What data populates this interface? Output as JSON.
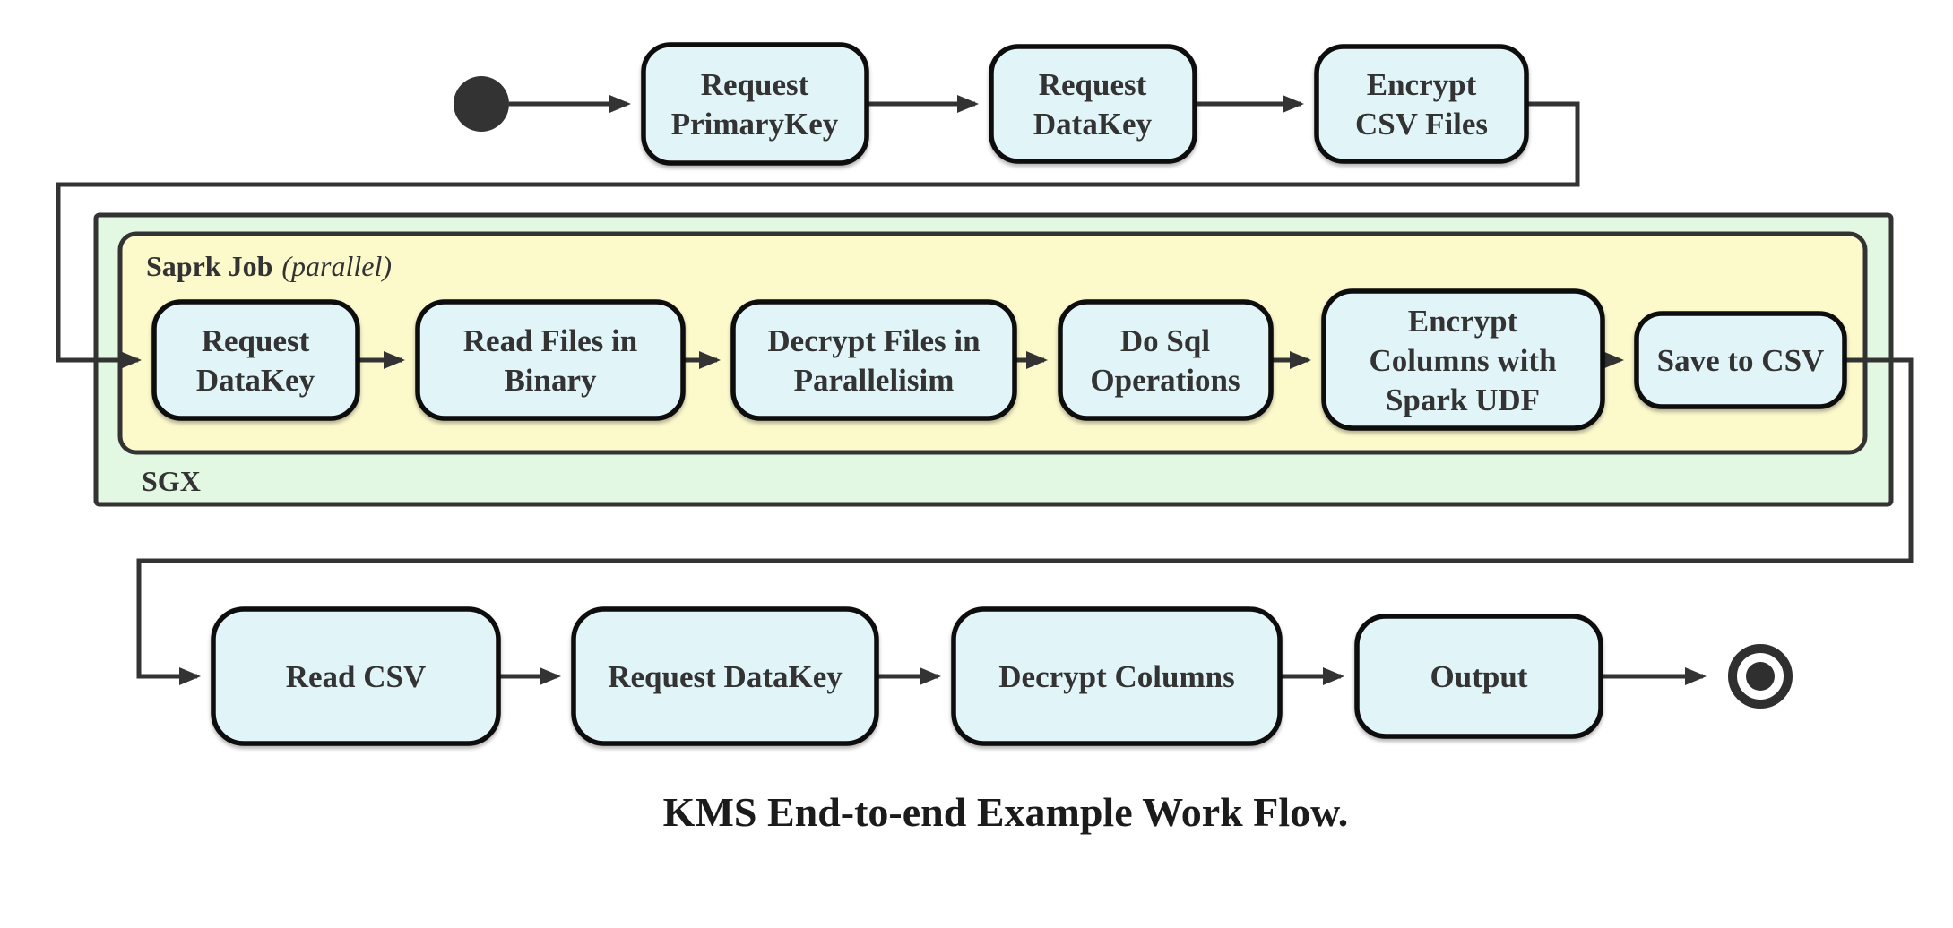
{
  "caption": "KMS End-to-end Example Work Flow.",
  "colors": {
    "node_fill": "#e1f5f9",
    "node_border": "#0c0c0c",
    "sgx_container_fill": "#e2f8e2",
    "spark_container_fill": "#fcf9cb",
    "container_border": "#333333",
    "arrow": "#333333",
    "label_text": "#333333"
  },
  "containers": {
    "sgx": {
      "label": "SGX"
    },
    "spark": {
      "label_bold": "Saprk Job",
      "label_italic": "(parallel)"
    }
  },
  "nodes": [
    {
      "id": "request-primarykey",
      "lines": [
        "Request",
        "PrimaryKey"
      ]
    },
    {
      "id": "request-datakey-top",
      "lines": [
        "Request",
        "DataKey"
      ]
    },
    {
      "id": "encrypt-csv-files",
      "lines": [
        "Encrypt",
        "CSV Files"
      ]
    },
    {
      "id": "request-datakey-sgx",
      "lines": [
        "Request",
        "DataKey"
      ]
    },
    {
      "id": "read-files-in-binary",
      "lines": [
        "Read Files in",
        "Binary"
      ]
    },
    {
      "id": "decrypt-files-parallel",
      "lines": [
        "Decrypt Files in",
        "Parallelisim"
      ]
    },
    {
      "id": "do-sql-operations",
      "lines": [
        "Do Sql",
        "Operations"
      ]
    },
    {
      "id": "encrypt-columns-udf",
      "lines": [
        "Encrypt",
        "Columns with",
        "Spark UDF"
      ]
    },
    {
      "id": "save-to-csv",
      "lines": [
        "Save to CSV"
      ]
    },
    {
      "id": "read-csv",
      "lines": [
        "Read CSV"
      ]
    },
    {
      "id": "request-datakey-bottom",
      "lines": [
        "Request DataKey"
      ]
    },
    {
      "id": "decrypt-columns",
      "lines": [
        "Decrypt Columns"
      ]
    },
    {
      "id": "output",
      "lines": [
        "Output"
      ]
    }
  ]
}
